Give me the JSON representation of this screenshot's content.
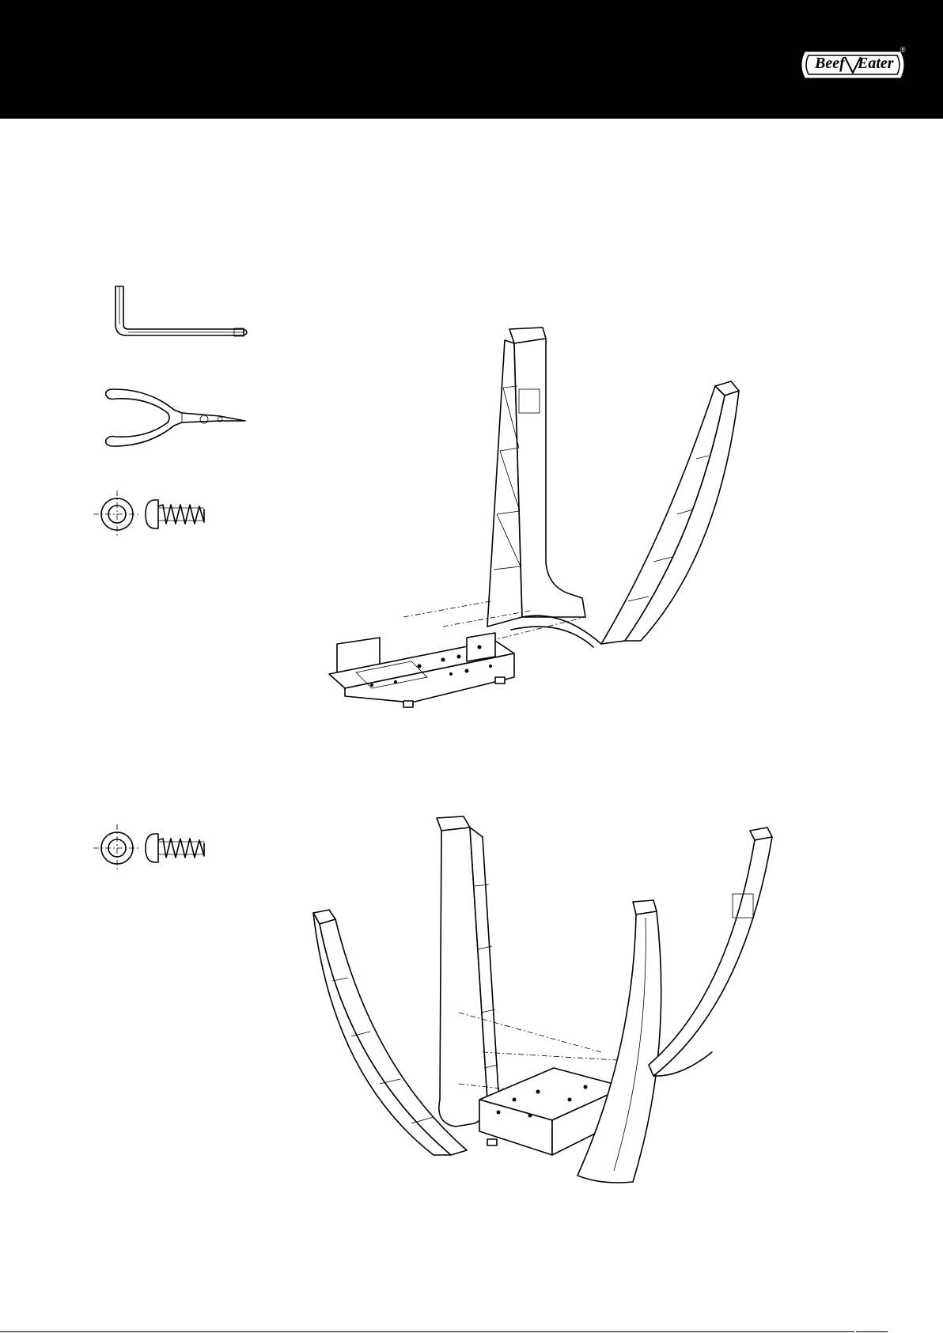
{
  "header": {
    "brand_left": "Beef",
    "brand_right": "Eater",
    "registered_mark": "®",
    "band_color": "#000000"
  },
  "tools": [
    {
      "name": "hex-key",
      "icon": "allen-key-icon"
    },
    {
      "name": "pliers",
      "icon": "needle-nose-pliers-icon"
    },
    {
      "name": "screw",
      "icon": "pan-head-screw-icon"
    },
    {
      "name": "screw",
      "icon": "pan-head-screw-icon"
    }
  ],
  "diagrams": [
    {
      "step": "leg-assembly-1",
      "icon": "grill-legs-assembly-icon"
    },
    {
      "step": "leg-assembly-2",
      "icon": "grill-legs-assembly-icon"
    }
  ]
}
